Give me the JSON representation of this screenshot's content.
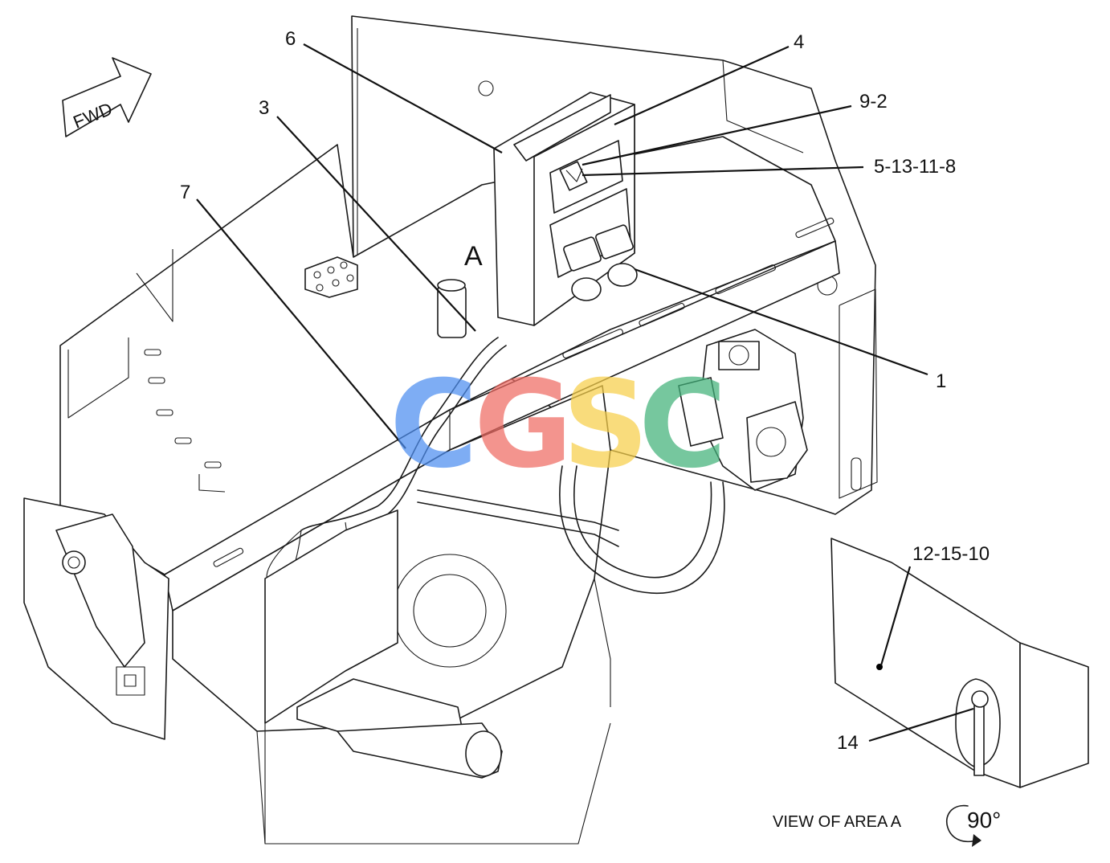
{
  "fwd_arrow_label": "FWD",
  "area_marker": "A",
  "callouts": [
    {
      "id": "c6",
      "label": "6"
    },
    {
      "id": "c4",
      "label": "4"
    },
    {
      "id": "c9-2",
      "label": "9-2"
    },
    {
      "id": "c3",
      "label": "3"
    },
    {
      "id": "c5-13-11-8",
      "label": "5-13-11-8"
    },
    {
      "id": "c7",
      "label": "7"
    },
    {
      "id": "c1",
      "label": "1"
    },
    {
      "id": "c12-15-10",
      "label": "12-15-10"
    },
    {
      "id": "c14",
      "label": "14"
    }
  ],
  "view_caption": "VIEW OF AREA  A",
  "rotation_label": "90°",
  "watermark": {
    "letters": [
      "C",
      "G",
      "S",
      "C"
    ],
    "colors": [
      "#4d8ef0",
      "#ef6b63",
      "#f7cf4a",
      "#42b27a"
    ]
  }
}
